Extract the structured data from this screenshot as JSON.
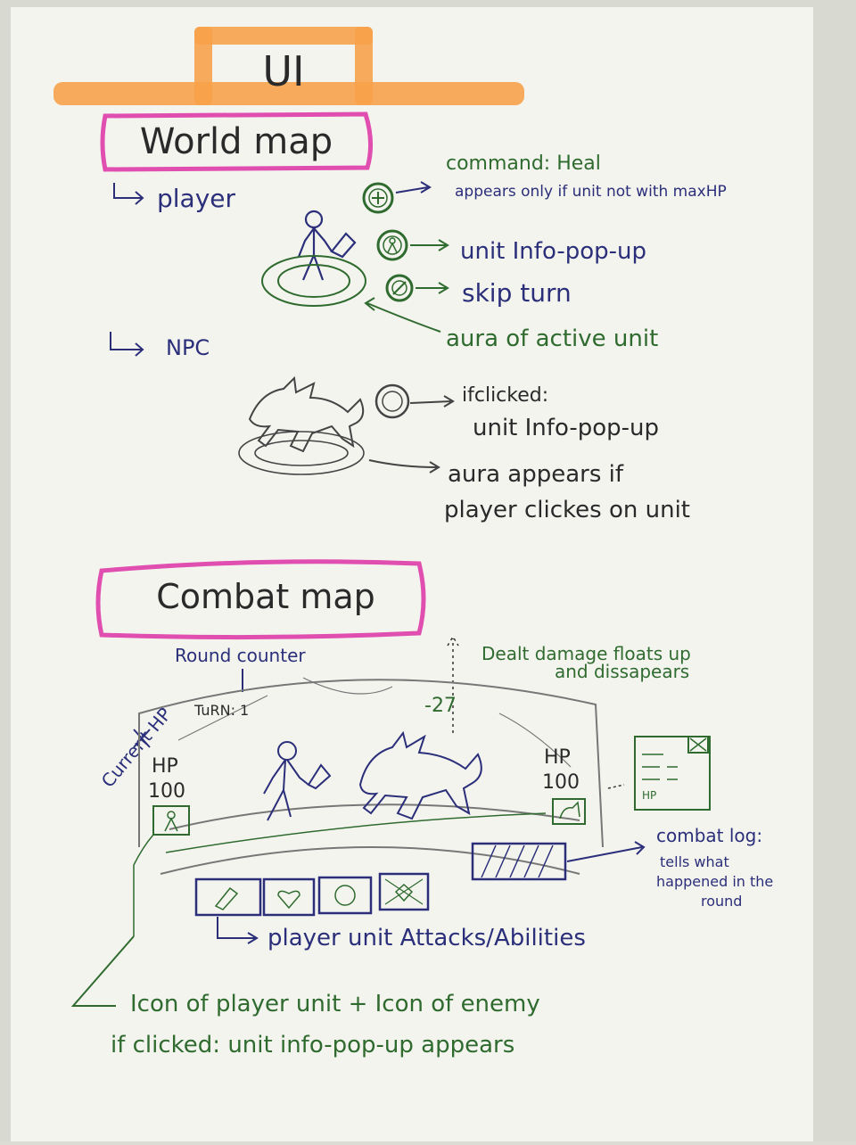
{
  "title": "UI",
  "world_map": {
    "heading": "World map",
    "player_label": "player",
    "heal_command": "command: Heal",
    "heal_note": "appears only if unit not with maxHP",
    "info_popup": "unit Info-pop-up",
    "skip_turn": "skip turn",
    "aura_active": "aura of active unit",
    "npc_label": "NPC",
    "if_clicked": "ifclicked:",
    "npc_info_popup": "unit Info-pop-up",
    "npc_aura_line1": "aura appears if",
    "npc_aura_line2": "player clickes on unit"
  },
  "combat_map": {
    "heading": "Combat map",
    "round_counter": "Round counter",
    "turn_text": "TuRN: 1",
    "damage_note_line1": "Dealt damage floats up",
    "damage_note_line2": "and dissapears",
    "damage_value": "-27",
    "current_hp": "Current HP",
    "player_hp_label": "HP",
    "player_hp_value": "100",
    "enemy_hp_label": "HP",
    "enemy_hp_value": "100",
    "combat_log_line1": "combat log:",
    "combat_log_line2": "tells what",
    "combat_log_line3": "happened in the",
    "combat_log_line4": "round",
    "log_hp_label": "HP",
    "abilities_note": "player unit Attacks/Abilities",
    "icons_note_line1": "Icon of player unit + Icon of enemy",
    "icons_note_line2": "if clicked: unit info-pop-up appears"
  },
  "colors": {
    "paper": "#f4f4ef",
    "orange_highlighter": "#f7a24a",
    "pink_highlighter": "#e04fb0",
    "blue_ink": "#2b2f7a",
    "green_ink": "#2f6b2f",
    "pencil": "#777777"
  }
}
